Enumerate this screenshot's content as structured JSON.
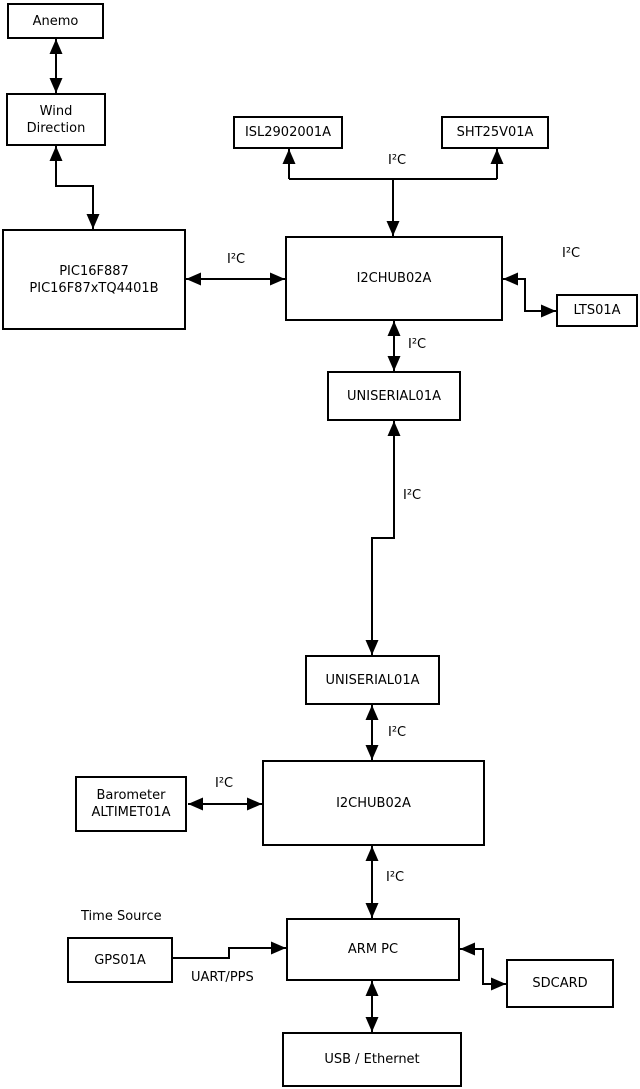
{
  "nodes": {
    "anemo": {
      "label": "Anemo"
    },
    "wind_direction": {
      "line1": "Wind",
      "line2": "Direction"
    },
    "pic_controller": {
      "line1": "PIC16F887",
      "line2": "PIC16F87xTQ4401B"
    },
    "isl_sensor": {
      "label": "ISL2902001A"
    },
    "sht_sensor": {
      "label": "SHT25V01A"
    },
    "i2c_hub_upper": {
      "label": "I2CHUB02A"
    },
    "lts_sensor": {
      "label": "LTS01A"
    },
    "uniserial_upper": {
      "label": "UNISERIAL01A"
    },
    "uniserial_lower": {
      "label": "UNISERIAL01A"
    },
    "i2c_hub_lower": {
      "label": "I2CHUB02A"
    },
    "barometer": {
      "line1": "Barometer",
      "line2": "ALTIMET01A"
    },
    "gps": {
      "label": "GPS01A"
    },
    "arm_pc": {
      "label": "ARM PC"
    },
    "sdcard": {
      "label": "SDCARD"
    },
    "usb_ethernet": {
      "label": "USB / Ethernet"
    }
  },
  "edge_labels": {
    "sensor_bus_i2c": "I²C",
    "pic_hub_i2c": "I²C",
    "hub_lts_i2c": "I²C",
    "hub_uniserial_i2c": "I²C",
    "uniserial_link_i2c": "I²C",
    "uniserial_hub_lower_i2c": "I²C",
    "barometer_i2c": "I²C",
    "hub_arm_i2c": "I²C",
    "time_source": "Time Source",
    "uart_pps": "UART/PPS"
  },
  "colors": {
    "line": "#000000",
    "text": "#000000",
    "node_fill": "#ffffff",
    "background": "#ffffff"
  }
}
